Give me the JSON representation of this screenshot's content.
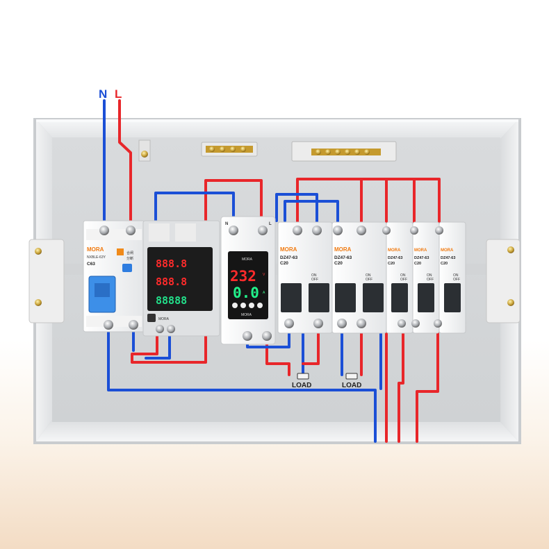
{
  "wiring_labels": {
    "neutral": "N",
    "live": "L"
  },
  "rcbo": {
    "brand": "MORA",
    "model": "NXBLE-63Y",
    "rating": "C63",
    "text_on": "合闸",
    "text_off": "分断"
  },
  "meter": {
    "row1": "888.8",
    "row2": "888.8",
    "row3": "88888",
    "label": "MORA"
  },
  "protector": {
    "brand": "MORA",
    "voltage": "232",
    "voltage_unit": "V",
    "current": "0.0",
    "current_unit": "A",
    "terminal_n": "N",
    "terminal_l": "L",
    "bottom_label": "MORA"
  },
  "breakers": [
    {
      "brand": "MORA",
      "model": "DZ47-63",
      "rating": "C20",
      "on": "ON",
      "off": "OFF"
    },
    {
      "brand": "MORA",
      "model": "DZ47-63",
      "rating": "C20",
      "on": "ON",
      "off": "OFF"
    },
    {
      "brand": "MORA",
      "model": "DZ47-63",
      "rating": "C20",
      "on": "ON",
      "off": "OFF"
    },
    {
      "brand": "MORA",
      "model": "DZ47-63",
      "rating": "C20",
      "on": "ON",
      "off": "OFF"
    },
    {
      "brand": "MORA",
      "model": "DZ47-63",
      "rating": "C20",
      "on": "ON",
      "off": "OFF"
    }
  ],
  "loads": [
    "LOAD",
    "LOAD"
  ],
  "colors": {
    "live": "#e8262a",
    "neutral": "#1b4fd6",
    "enclosure": "#e6e8ea",
    "din_rail": "#d8d8d8"
  }
}
